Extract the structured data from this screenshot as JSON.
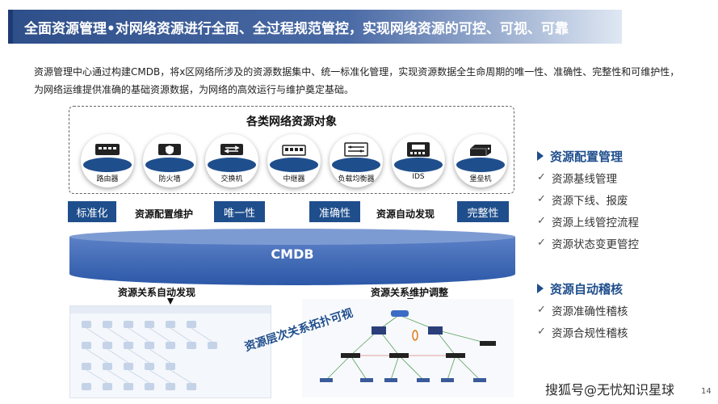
{
  "slide": {
    "title": "全面资源管理•对网络资源进行全面、全过程规范管控，实现网络资源的可控、可视、可靠",
    "intro": "资源管理中心通过构建CMDB，将x区网络所涉及的资源数据集中、统一标准化管理，实现资源数据全生命周期的唯一性、准确性、完整性和可维护性，为网络运维提供准确的基础资源数据，为网络的高效运行与维护奠定基础。",
    "page_number": "14"
  },
  "objects": {
    "title": "各类网络资源对象",
    "items": [
      {
        "label": "路由器",
        "icon": "router-icon"
      },
      {
        "label": "防火墙",
        "icon": "firewall-icon"
      },
      {
        "label": "交换机",
        "icon": "switch-icon"
      },
      {
        "label": "中继器",
        "icon": "repeater-icon"
      },
      {
        "label": "负载均衡器",
        "icon": "load-balancer-icon"
      },
      {
        "label": "IDS",
        "icon": "ids-icon"
      },
      {
        "label": "堡垒机",
        "icon": "bastion-host-icon"
      }
    ]
  },
  "tags": {
    "standardization": "标准化",
    "uniqueness": "唯一性",
    "accuracy": "准确性",
    "completeness": "完整性",
    "config_maintenance": "资源配置维护",
    "auto_discovery": "资源自动发现"
  },
  "cmdb": {
    "label": "CMDB"
  },
  "bottom": {
    "relation_discovery": "资源关系自动发现",
    "relation_maintenance": "资源关系维护调整",
    "overlay": "资源层次关系拓扑可视"
  },
  "right_panel": {
    "sections": [
      {
        "title": "资源配置管理",
        "items": [
          "资源基线管理",
          "资源下线、报废",
          "资源上线管控流程",
          "资源状态变更管控"
        ]
      },
      {
        "title": "资源自动稽核",
        "items": [
          "资源准确性稽核",
          "资源合规性稽核"
        ]
      }
    ]
  },
  "watermark": "搜狐号@无忧知识星球",
  "colors": {
    "primary": "#1f4e8c",
    "title_bar": "#2f4f8a",
    "cmdb": "#3b63b0"
  }
}
